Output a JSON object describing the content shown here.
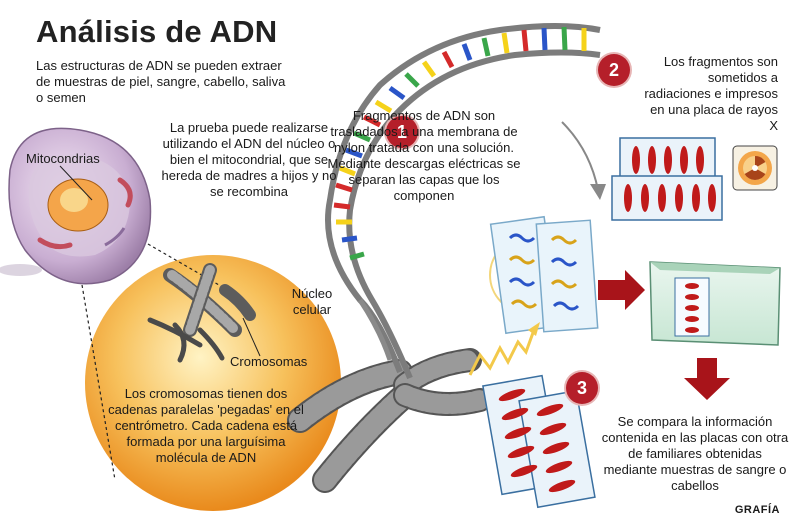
{
  "title": "Análisis de ADN",
  "intro": "Las estructuras de ADN se pueden extraer de muestras de piel, sangre, cabello, saliva o semen",
  "test_note": "La prueba puede realizarse utilizando el ADN del núcleo o bien el mitocondrial, que se hereda de madres a hijos y no se recombina",
  "labels": {
    "mitocondrias": "Mitocondrias",
    "nucleo": "Núcleo celular",
    "cromosomas": "Cromosomas"
  },
  "chromosome_note": "Los cromosomas tienen dos cadenas paralelas 'pegadas' en el centrómetro. Cada cadena está formada por una larguísima molécula de ADN",
  "steps": [
    {
      "number": "1",
      "text": "Fragmentos de ADN son trasladados a una membrana de nylon tratada con una solución. Mediante descargas eléctricas se separan las capas que los componen"
    },
    {
      "number": "2",
      "text": "Los fragmentos son sometidos a radiaciones e impresos en una placa de rayos X"
    },
    {
      "number": "3",
      "text": "Se compara la información contenida en las placas con otra de familiares obtenidas mediante muestras de sangre o cabellos"
    }
  ],
  "credit": "GRAFÍA",
  "colors": {
    "accent": "#b51f2a",
    "nucleus": "#f2a33a",
    "dna_backbone": "#8a8a8a",
    "base_red": "#d42a2a",
    "base_yellow": "#f5d21a",
    "base_blue": "#2a55c8",
    "base_green": "#3aa64a"
  },
  "icons": [
    "radiation-icon",
    "arrow-right-icon",
    "arrow-down-icon",
    "lightning-icon"
  ]
}
